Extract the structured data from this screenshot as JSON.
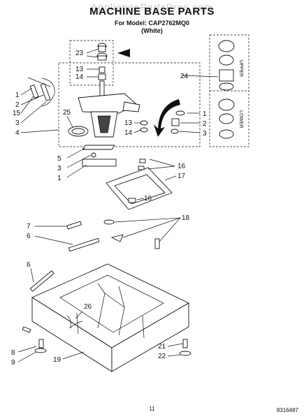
{
  "header": {
    "watermark": "AppliancePartsPros.com",
    "title": "MACHINE BASE PARTS",
    "model": "For Model: CAP2762MQ0",
    "color": "(White)"
  },
  "side_panel": {
    "upper_label": "UPPER",
    "lower_label": "LOWER"
  },
  "callouts": {
    "c23": "23",
    "c13a": "13",
    "c14a": "14",
    "c1a": "1",
    "c2a": "2",
    "c15": "15",
    "c3a": "3",
    "c4": "4",
    "c25": "25",
    "c24": "24",
    "c1b": "1",
    "c2b": "2",
    "c3b": "3",
    "c13b": "13",
    "c14b": "14",
    "c5": "5",
    "c3c": "3",
    "c1c": "1",
    "c16a": "16",
    "c17": "17",
    "c16b": "16",
    "c7": "7",
    "c6a": "6",
    "c18": "18",
    "c6b": "6",
    "c26": "26",
    "c8": "8",
    "c9": "9",
    "c19": "19",
    "c21": "21",
    "c22": "22"
  },
  "footer": {
    "page_number": "11",
    "doc_code": "8316487"
  }
}
